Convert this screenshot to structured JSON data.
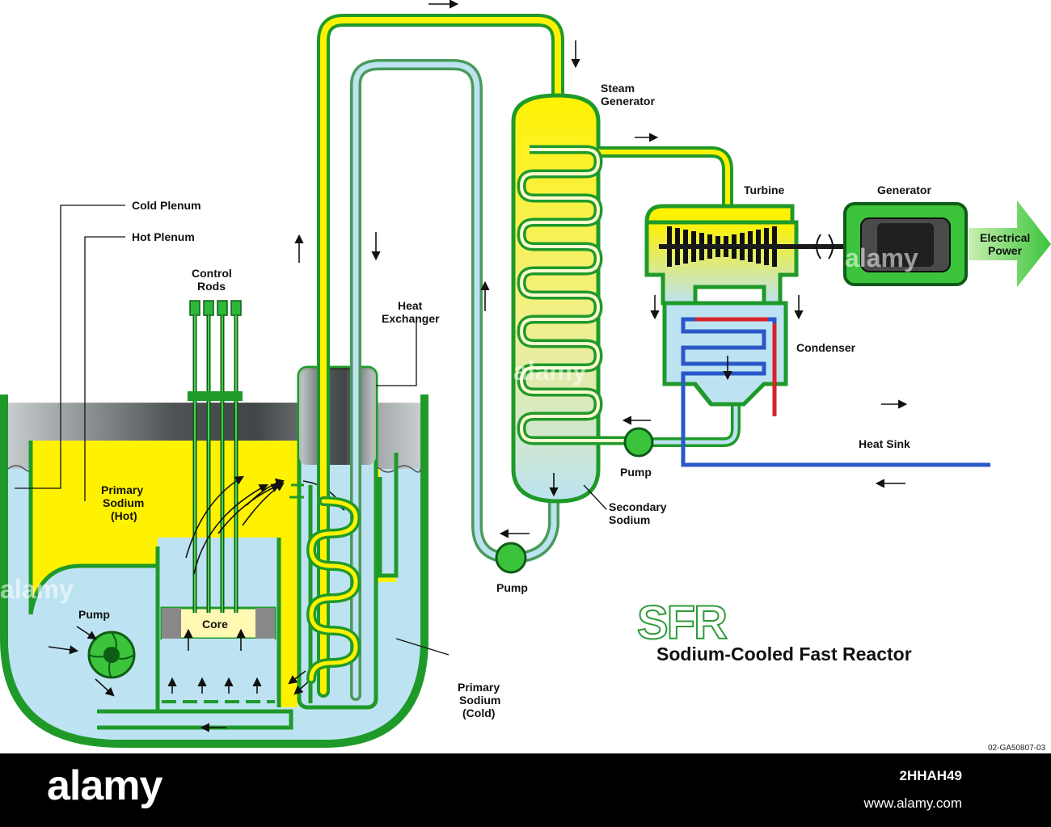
{
  "labels": {
    "cold_plenum": "Cold Plenum",
    "hot_plenum": "Hot Plenum",
    "control": "Control",
    "rods": "Rods",
    "heat": "Heat",
    "exchanger": "Exchanger",
    "steam": "Steam",
    "generator_word": "Generator",
    "turbine": "Turbine",
    "generator": "Generator",
    "electrical": "Electrical",
    "power": "Power",
    "condenser": "Condenser",
    "heat_sink": "Heat Sink",
    "pump_secondary": "Pump",
    "pump_primary_loop": "Pump",
    "pump_pool": "Pump",
    "secondary": "Secondary",
    "sodium_secondary": "Sodium",
    "primary_hot_1": "Primary",
    "primary_hot_2": "Sodium",
    "primary_hot_3": "(Hot)",
    "primary_cold_1": "Primary",
    "primary_cold_2": "Sodium",
    "primary_cold_3": "(Cold)",
    "core": "Core"
  },
  "logo": {
    "acronym": "SFR",
    "full_name": "Sodium-Cooled Fast Reactor"
  },
  "figure_code": "02-GA50807-03",
  "watermark": {
    "word": "alamy"
  },
  "footer": {
    "brand": "alamy",
    "image_id": "2HHAH49",
    "site": "www.alamy.com"
  },
  "colors": {
    "green_outline": "#1f9a2a",
    "bright_green": "#3bc43b",
    "yellow_hot": "#fff200",
    "light_blue_cold": "#bde3f2",
    "gray_gas": "#8a8a8a",
    "red_hot_water": "#d9232a",
    "blue_cold_water": "#2a57c8"
  }
}
